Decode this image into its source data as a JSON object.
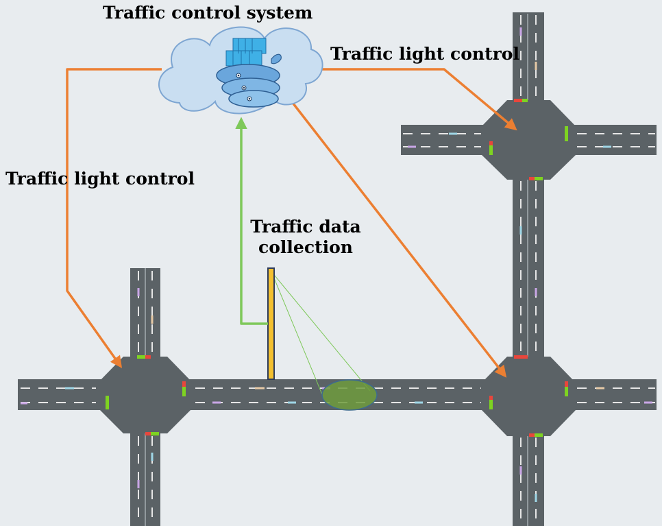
{
  "labels": {
    "system": "Traffic control system",
    "light_control_right": "Traffic light control",
    "light_control_left": "Traffic light control",
    "data_collection_line1": "Traffic data",
    "data_collection_line2": "collection"
  },
  "colors": {
    "background": "#e8ecef",
    "road": "#5b6266",
    "lane_mark": "#e6e6e6",
    "control_arrow": "#ec7f32",
    "data_arrow": "#7ec85a",
    "cloud_fill": "#c9def1",
    "cloud_stroke": "#7ea6d2",
    "camera_pole": "#f3c02f",
    "detection_zone": "#6f9b3d",
    "signal_green": "#7ed321",
    "signal_red": "#e8463c"
  },
  "icons": {
    "cloud": "cloud-icon",
    "docker": "docker-whale-icon",
    "camera": "camera-pole-icon"
  }
}
